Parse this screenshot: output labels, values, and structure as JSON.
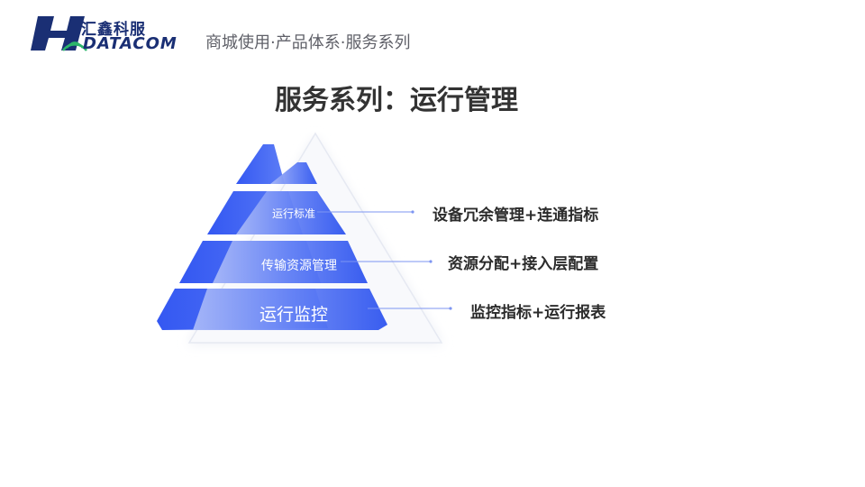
{
  "header": {
    "logo_cn": "汇鑫科服",
    "logo_en": "DATACOM",
    "breadcrumb": "商城使用·产品体系·服务系列"
  },
  "page": {
    "title": "服务系列：运行管理"
  },
  "pyramid": {
    "tiers": [
      {
        "label": "运行标准",
        "description": "设备冗余管理+连通指标"
      },
      {
        "label": "传输资源管理",
        "description": "资源分配+接入层配置"
      },
      {
        "label": "运行监控",
        "description": "监控指标+运行报表"
      }
    ]
  },
  "colors": {
    "accent": "#3a5cf0",
    "connector": "#7d95f2",
    "brand": "#1a2f74"
  }
}
